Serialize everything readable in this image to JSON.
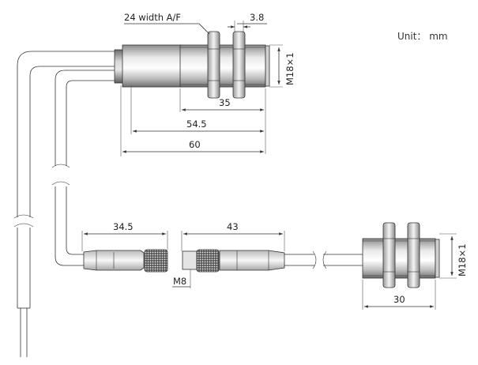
{
  "unit_label": "Unit： mm",
  "sensor": {
    "nut_label": "24 width A/F",
    "nut_thickness": "3.8",
    "thread_label": "M18×1",
    "thread_length": "35",
    "body_length": "54.5",
    "overall_length": "60"
  },
  "connectors": {
    "left_length": "34.5",
    "right_length": "43",
    "thread_label": "M8"
  },
  "sensor_short": {
    "thread_label": "M18×1",
    "length": "30"
  },
  "colors": {
    "line": "#333333",
    "dark_body": "#8a8a8a",
    "light_body": "#e6e6e6"
  }
}
